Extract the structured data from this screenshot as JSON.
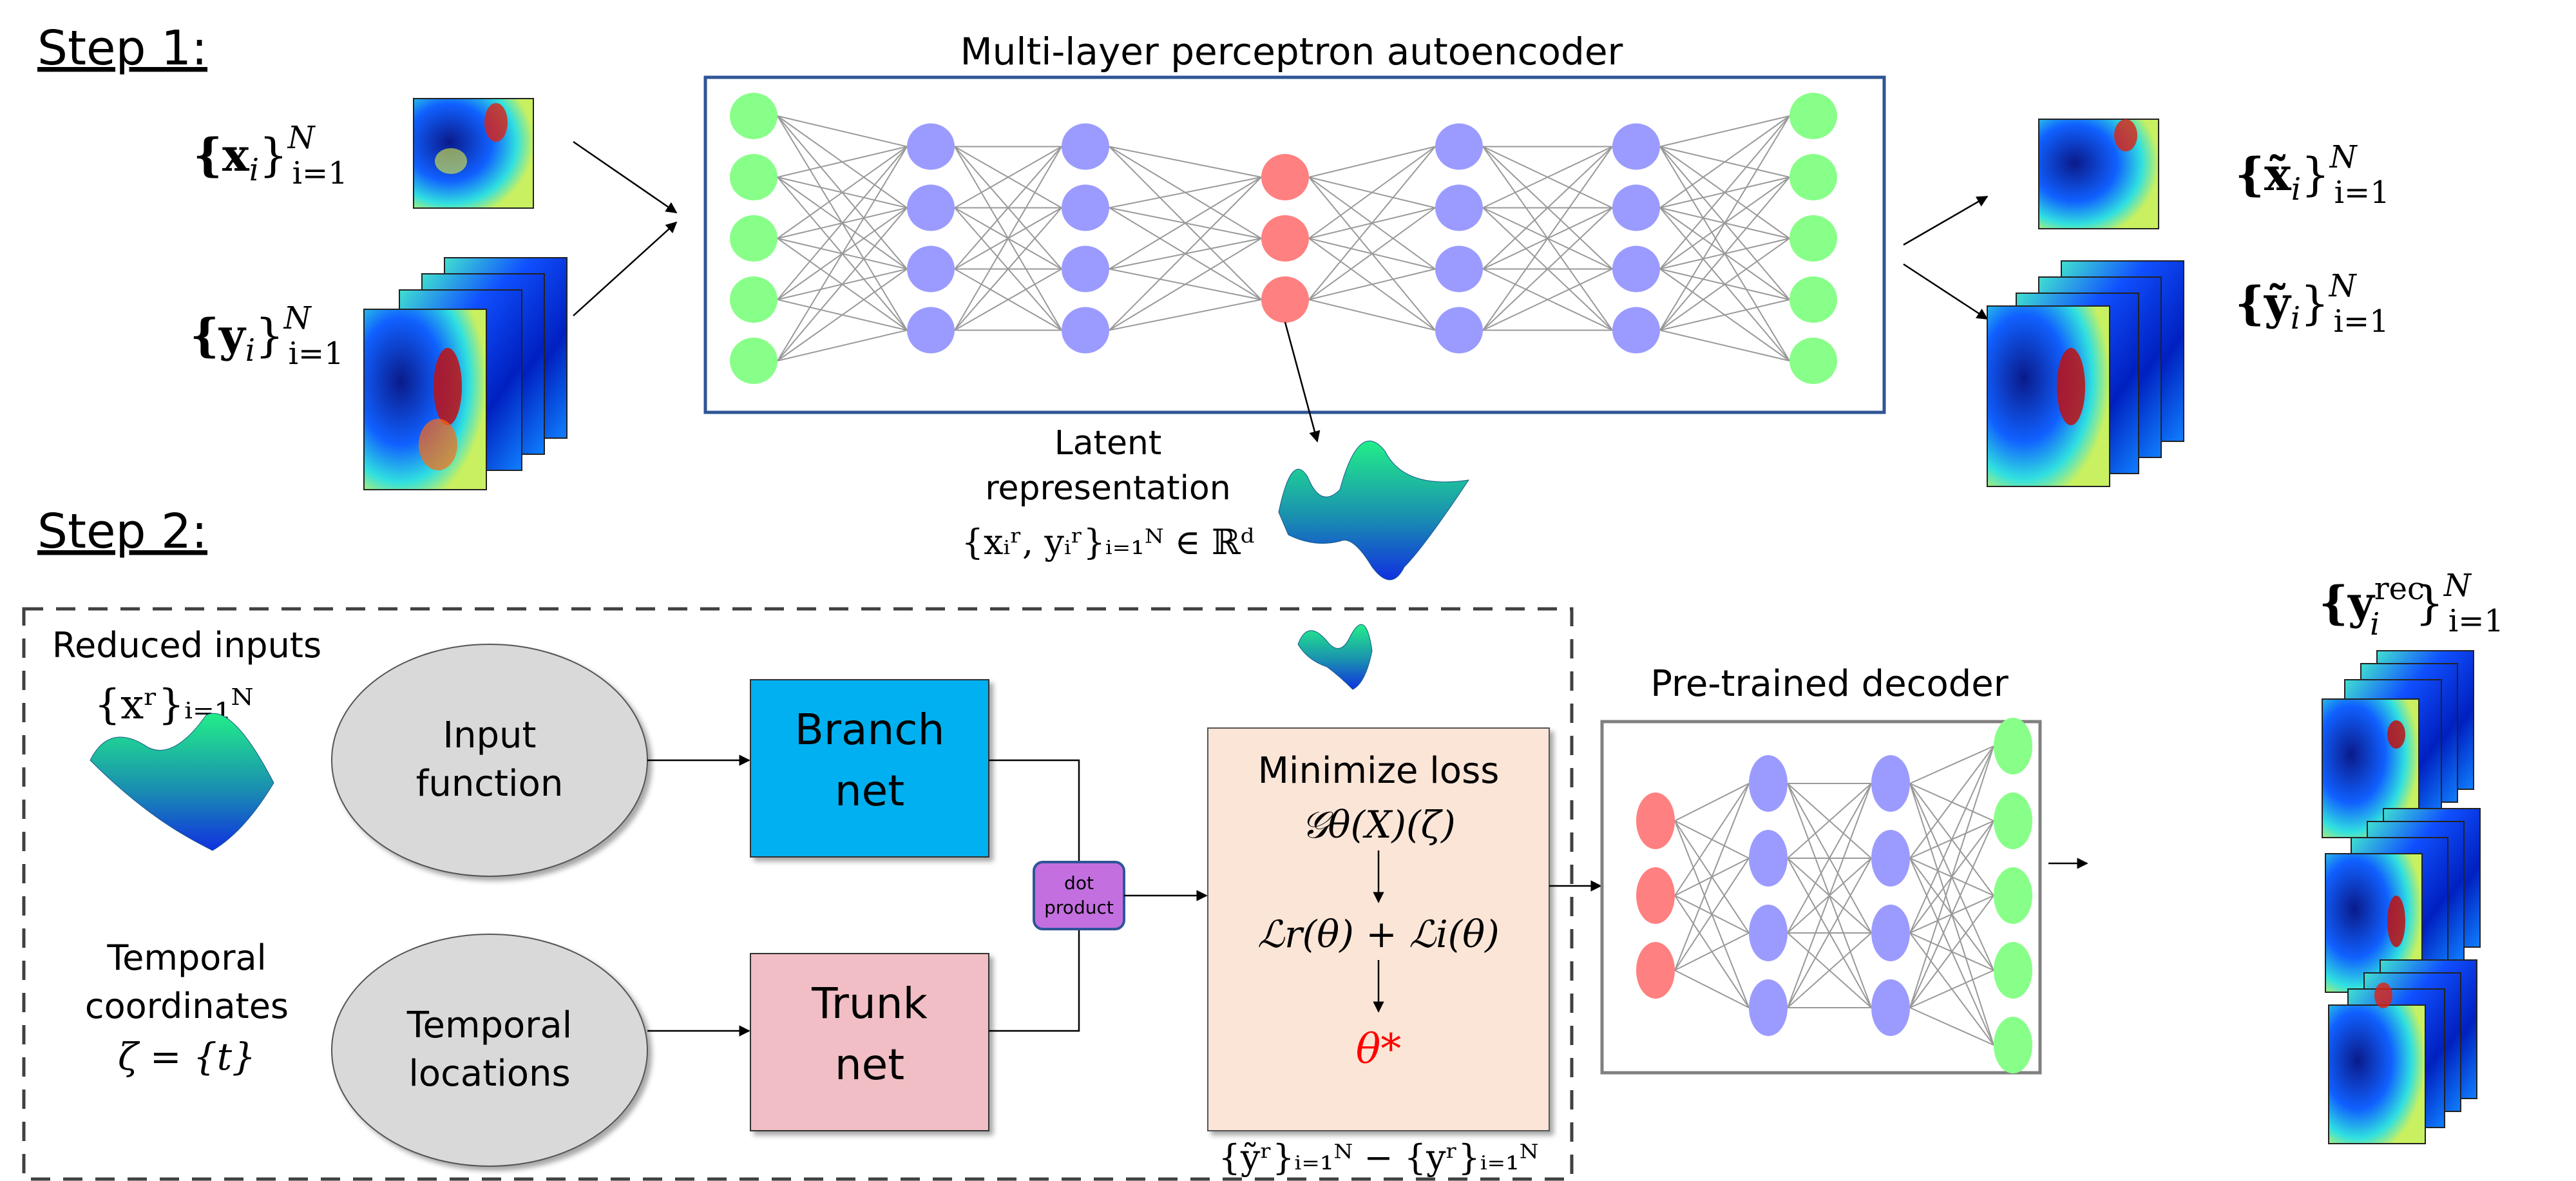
{
  "step1": {
    "label": "Step 1:",
    "autoencoder_title": "Multi-layer perceptron autoencoder",
    "inputs": [
      {
        "set": "{x",
        "sub": "i",
        "brace": "}",
        "sup": "N",
        "range": "i=1"
      },
      {
        "set": "{y",
        "sub": "i",
        "brace": "}",
        "sup": "N",
        "range": "i=1"
      }
    ],
    "outputs": [
      {
        "set": "{x̃",
        "sub": "i",
        "brace": "}",
        "sup": "N",
        "range": "i=1"
      },
      {
        "set": "{ỹ",
        "sub": "i",
        "brace": "}",
        "sup": "N",
        "range": "i=1"
      }
    ],
    "latent": {
      "line1": "Latent",
      "line2": "representation",
      "formula": "{xᵢʳ, yᵢʳ}ᵢ₌₁ᴺ ∈ ℝᵈ"
    },
    "layers": [
      {
        "nodes": 5,
        "color": "#88ff88"
      },
      {
        "nodes": 4,
        "color": "#9b9bff"
      },
      {
        "nodes": 4,
        "color": "#9b9bff"
      },
      {
        "nodes": 3,
        "color": "#ff8080"
      },
      {
        "nodes": 4,
        "color": "#9b9bff"
      },
      {
        "nodes": 4,
        "color": "#9b9bff"
      },
      {
        "nodes": 5,
        "color": "#88ff88"
      }
    ]
  },
  "step2": {
    "label": "Step 2:",
    "reduced_inputs": {
      "title": "Reduced inputs",
      "formula": "{xʳ}ᵢ₌₁ᴺ"
    },
    "temporal_coords": {
      "line1": "Temporal",
      "line2": "coordinates",
      "formula": "ζ = {t}"
    },
    "input_function": {
      "line1": "Input",
      "line2": "function"
    },
    "temporal_locations": {
      "line1": "Temporal",
      "line2": "locations"
    },
    "branch_net": {
      "line1": "Branch",
      "line2": "net",
      "color": "#00b0f0"
    },
    "trunk_net": {
      "line1": "Trunk",
      "line2": "net",
      "color": "#f0bec4"
    },
    "dot_product": {
      "line1": "dot",
      "line2": "product",
      "color": "#c46fe0"
    },
    "minimize": {
      "title": "Minimize loss",
      "operator": "𝒢θ(X)(ζ)",
      "loss": "ℒr(θ) + ℒi(θ)",
      "result": "θ*",
      "result_color": "#ff0000",
      "color": "#fbe5d6"
    },
    "residual": "{ỹʳ}ᵢ₌₁ᴺ − {yʳ}ᵢ₌₁ᴺ",
    "decoder": {
      "title": "Pre-trained decoder",
      "layers": [
        {
          "nodes": 3,
          "color": "#ff8080"
        },
        {
          "nodes": 4,
          "color": "#9b9bff"
        },
        {
          "nodes": 4,
          "color": "#9b9bff"
        },
        {
          "nodes": 5,
          "color": "#88ff88"
        }
      ]
    },
    "output": {
      "set": "{y",
      "sup_rec": "rec",
      "sub": "i",
      "brace": "}",
      "sup": "N",
      "range": "i=1"
    }
  },
  "colors": {
    "autoencoder_border": "#2f5597",
    "decoder_border": "#808080",
    "edge": "#999999",
    "ellipse_fill": "#d9d9d9",
    "dashed": "#404040"
  }
}
